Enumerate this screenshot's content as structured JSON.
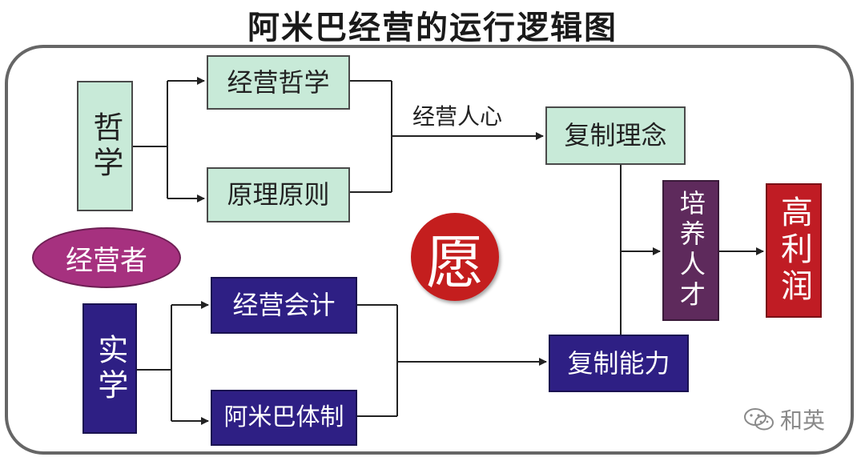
{
  "title": "阿米巴经营的运行逻辑图",
  "boxes": {
    "philosophy": "哲学",
    "management_philosophy": "经营哲学",
    "principles": "原理原则",
    "copy_concept": "复制理念",
    "practice": "实学",
    "management_accounting": "经营会计",
    "amoeba_system": "阿米巴体制",
    "copy_ability": "复制能力",
    "cultivate_talent": "培养人才",
    "high_profit": "高利润"
  },
  "labels": {
    "hearts": "经营人心"
  },
  "oval": "经营者",
  "wish": "愿",
  "watermark": "和英",
  "colors": {
    "green_box": "#c8ead8",
    "navy_box": "#2e1f84",
    "purple_box": "#5e2a5c",
    "red_box": "#c01c24",
    "oval": "#a6317f",
    "wish_circle": "#c41e1e"
  }
}
